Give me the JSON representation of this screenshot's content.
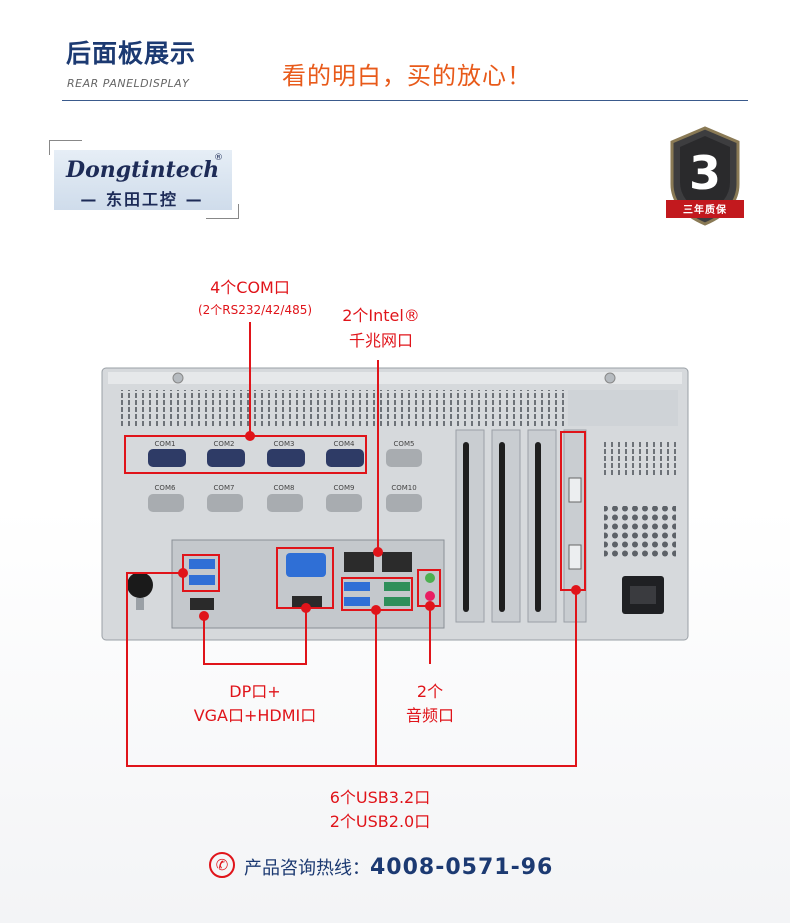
{
  "header": {
    "title_cn": "后面板展示",
    "title_en": "REAR PANELDISPLAY",
    "slogan": "看的明白，买的放心！"
  },
  "logo": {
    "brand_en": "Dongtintech",
    "registered": "®",
    "brand_cn": "— 东田工控 —"
  },
  "badge": {
    "number": "3",
    "ribbon": "三年质保"
  },
  "ports": {
    "com_labels": [
      "COM1",
      "COM2",
      "COM3",
      "COM4",
      "COM5",
      "COM6",
      "COM7",
      "COM8",
      "COM9",
      "COM10"
    ]
  },
  "callouts": {
    "com": "4个COM口",
    "com_sub": "(2个RS232/42/485)",
    "lan": "2个Intel®",
    "lan2": "千兆网口",
    "display": "DP口+",
    "display2": "VGA口+HDMI口",
    "audio": "2个",
    "audio2": "音频口",
    "usb": "6个USB3.2口",
    "usb2": "2个USB2.0口"
  },
  "hotline": {
    "label": "产品咨询热线：",
    "number": "4008-0571-96"
  },
  "colors": {
    "title": "#1c3a72",
    "slogan": "#e85a1a",
    "callout": "#e0141a"
  },
  "icons": {
    "phone": "phone-icon",
    "badge": "shield-badge-icon"
  }
}
